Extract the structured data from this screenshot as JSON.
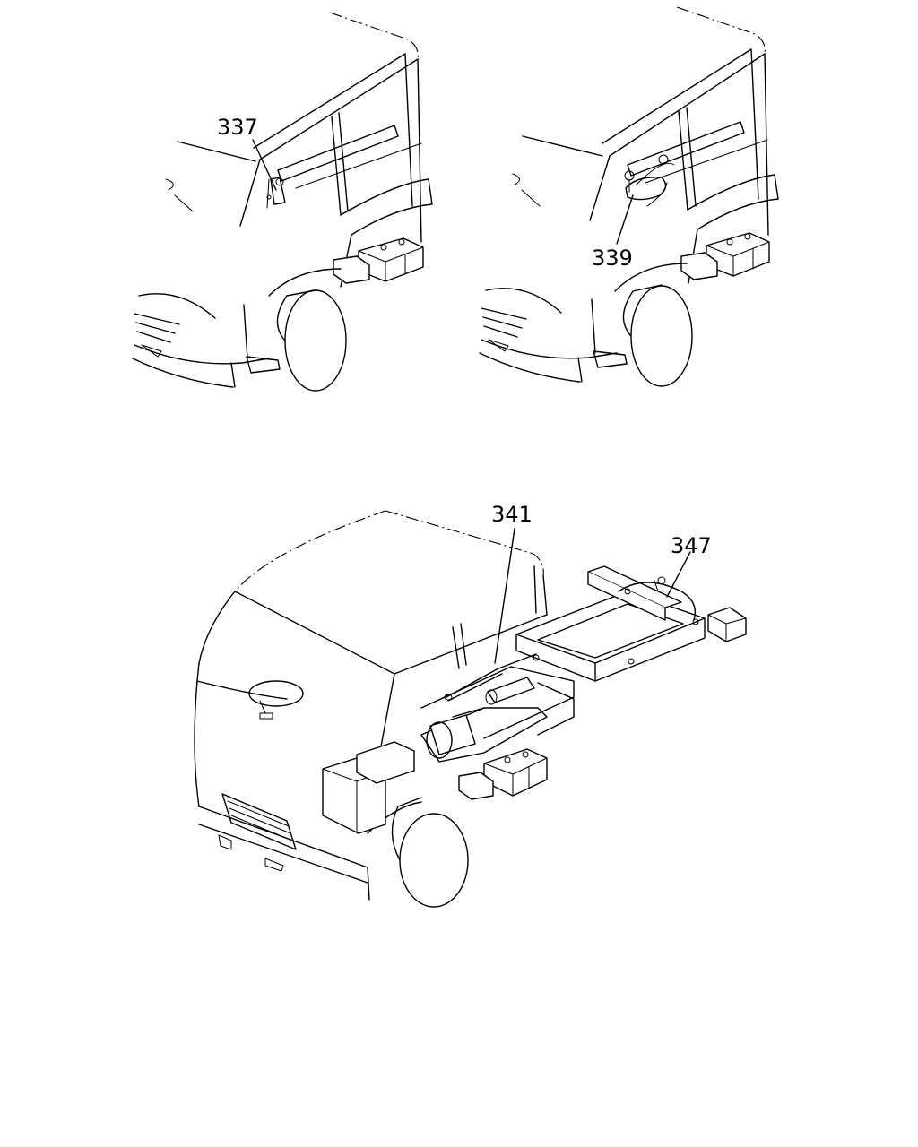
{
  "callouts": {
    "c337": "337",
    "c339": "339",
    "c341": "341",
    "c347": "347"
  },
  "colors": {
    "line": "#000000",
    "background": "#ffffff"
  }
}
